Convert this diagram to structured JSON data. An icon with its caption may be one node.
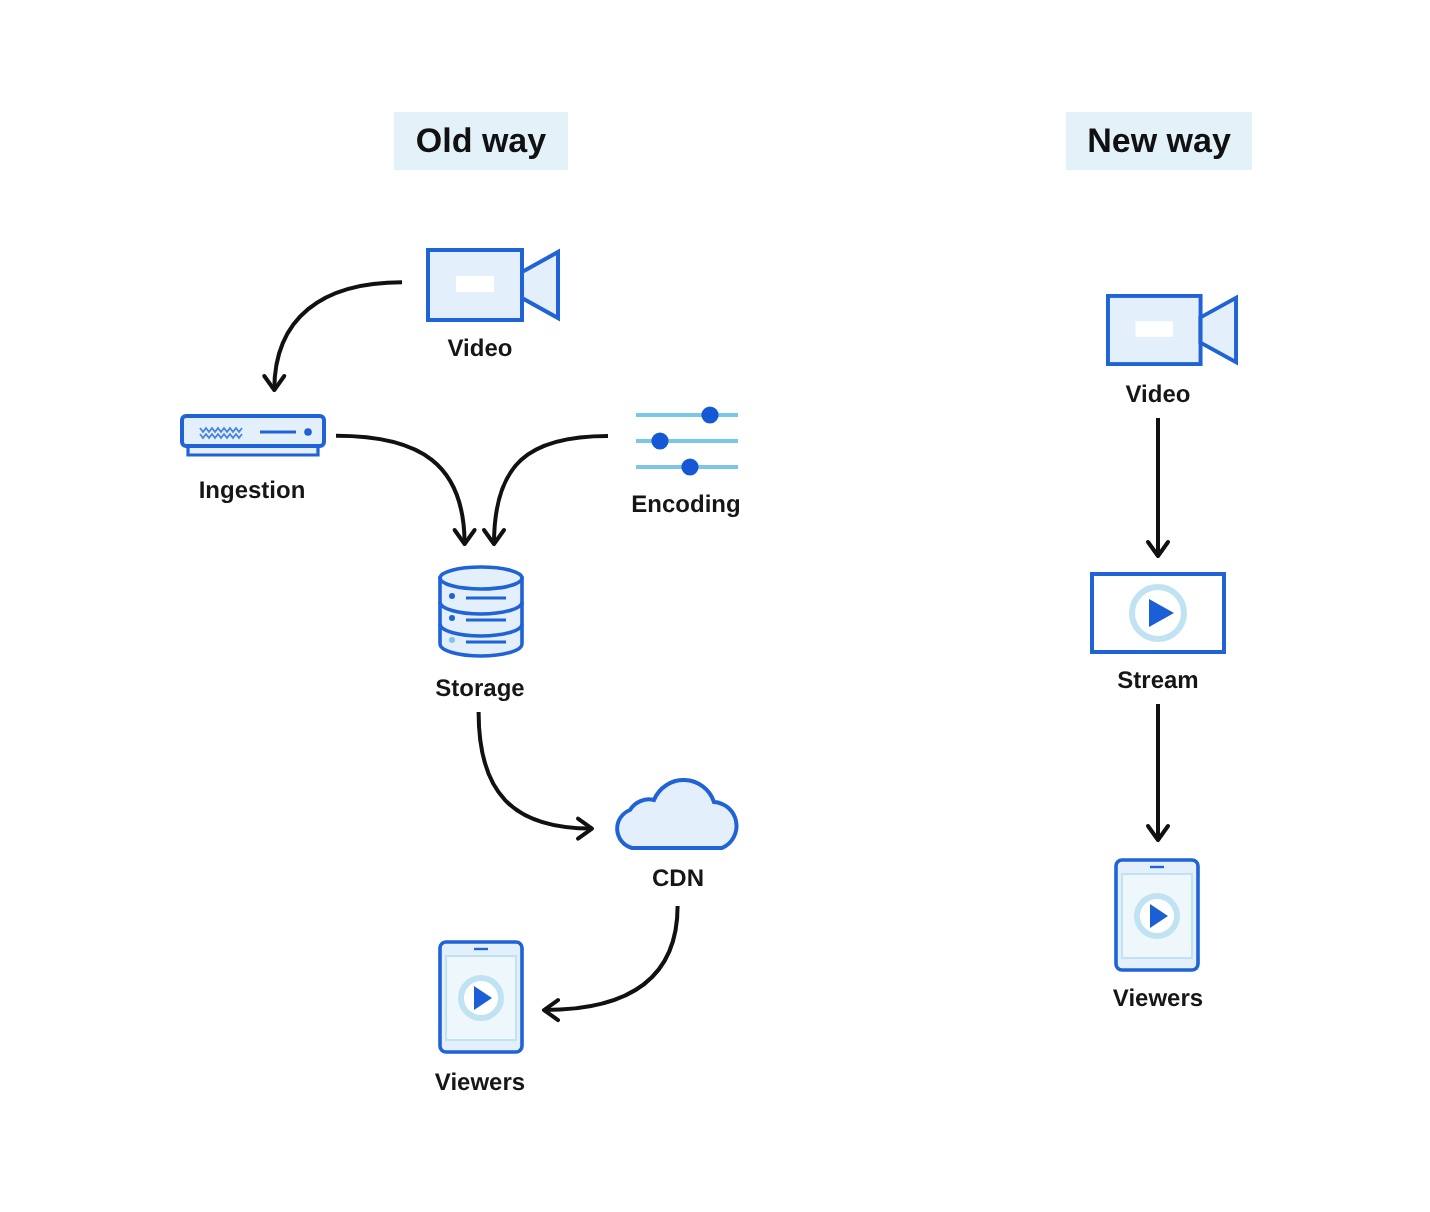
{
  "diagram": {
    "nodes": [
      {
        "text": [
          "Old way"
        ]
      },
      {
        "text": [
          "Video"
        ]
      },
      {
        "text": [
          "Ingestion"
        ]
      },
      {
        "text": [
          "Encoding"
        ]
      },
      {
        "text": [
          "Storage"
        ]
      },
      {
        "text": [
          "CDN"
        ]
      },
      {
        "text": [
          "Viewers"
        ]
      },
      {
        "text": [
          "New way"
        ]
      },
      {
        "text": [
          "Video"
        ]
      },
      {
        "text": [
          "Stream"
        ]
      },
      {
        "text": [
          "Viewers"
        ]
      }
    ],
    "edges": [
      {
        "from": 1,
        "to": 2,
        "arrow": "to"
      },
      {
        "from": 2,
        "to": 4,
        "arrow": "to"
      },
      {
        "from": 3,
        "to": 4,
        "arrow": "to"
      },
      {
        "from": 4,
        "to": 5,
        "arrow": "to"
      },
      {
        "from": 5,
        "to": 6,
        "arrow": "to"
      },
      {
        "from": 8,
        "to": 9,
        "arrow": "to"
      },
      {
        "from": 9,
        "to": 10,
        "arrow": "to"
      }
    ]
  }
}
